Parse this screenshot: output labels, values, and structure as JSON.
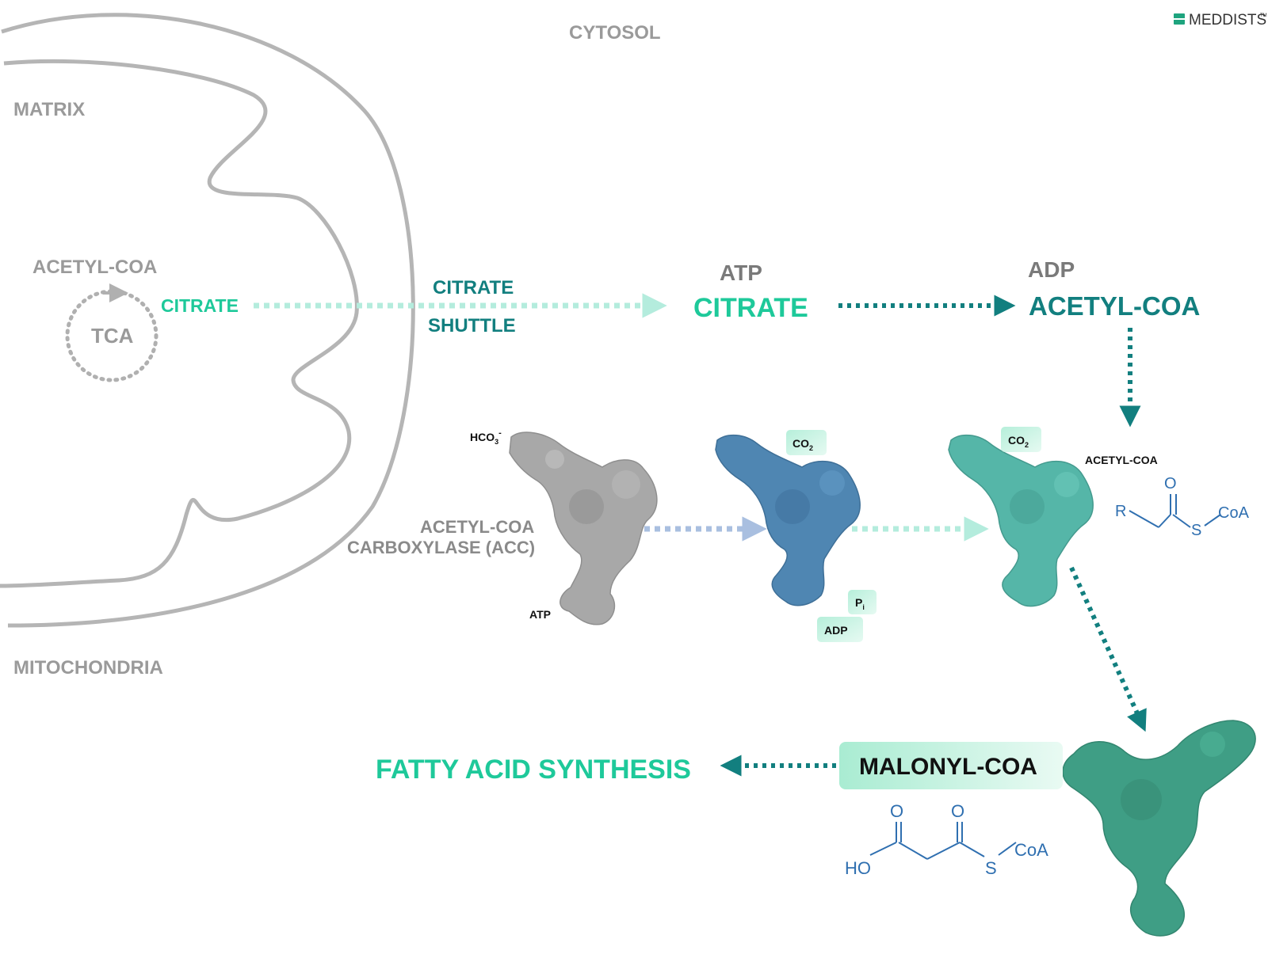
{
  "brand": {
    "name": "MEDDISTS",
    "tm": "TM"
  },
  "regions": {
    "cytosol": "CYTOSOL",
    "matrix": "MATRIX",
    "mitochondria": "MITOCHONDRIA"
  },
  "matrix_content": {
    "acetyl_coa": "ACETYL-COA",
    "tca": "TCA",
    "citrate": "CITRATE"
  },
  "shuttle": {
    "line1": "CITRATE",
    "line2": "SHUTTLE"
  },
  "top_row": {
    "atp": "ATP",
    "citrate": "CITRATE",
    "adp": "ADP",
    "acetyl_coa": "ACETYL-COA"
  },
  "enzyme": {
    "name_line1": "ACETYL-COA",
    "name_line2": "CARBOXYLASE (ACC)",
    "hco3": "HCO",
    "hco3_sub": "3",
    "hco3_sup": "-",
    "atp": "ATP"
  },
  "middle_labels": {
    "co2_main": "CO",
    "co2_sub": "2",
    "pi_main": "P",
    "pi_sub": "i",
    "adp": "ADP"
  },
  "right_labels": {
    "co2_main": "CO",
    "co2_sub": "2",
    "acetyl_coa": "ACETYL-COA"
  },
  "structure_acyl": {
    "o": "O",
    "r": "R",
    "s": "S",
    "coa": "CoA"
  },
  "structure_malonyl": {
    "o1": "O",
    "o2": "O",
    "ho": "HO",
    "s": "S",
    "coa": "CoA"
  },
  "bottom": {
    "malonyl": "MALONYL-COA",
    "fatty_acid": "FATTY ACID SYNTHESIS"
  },
  "colors": {
    "teal_bright": "#1ec99a",
    "teal_dark": "#127f7f",
    "grey_text": "#8a8a8a",
    "protein_grey": "#a8a8a8",
    "protein_blue": "#4f86b2",
    "protein_teal": "#55b6a8",
    "protein_green": "#3f9e85",
    "structure_blue": "#2f6fb0",
    "badge_green": "#c9f2e2"
  }
}
